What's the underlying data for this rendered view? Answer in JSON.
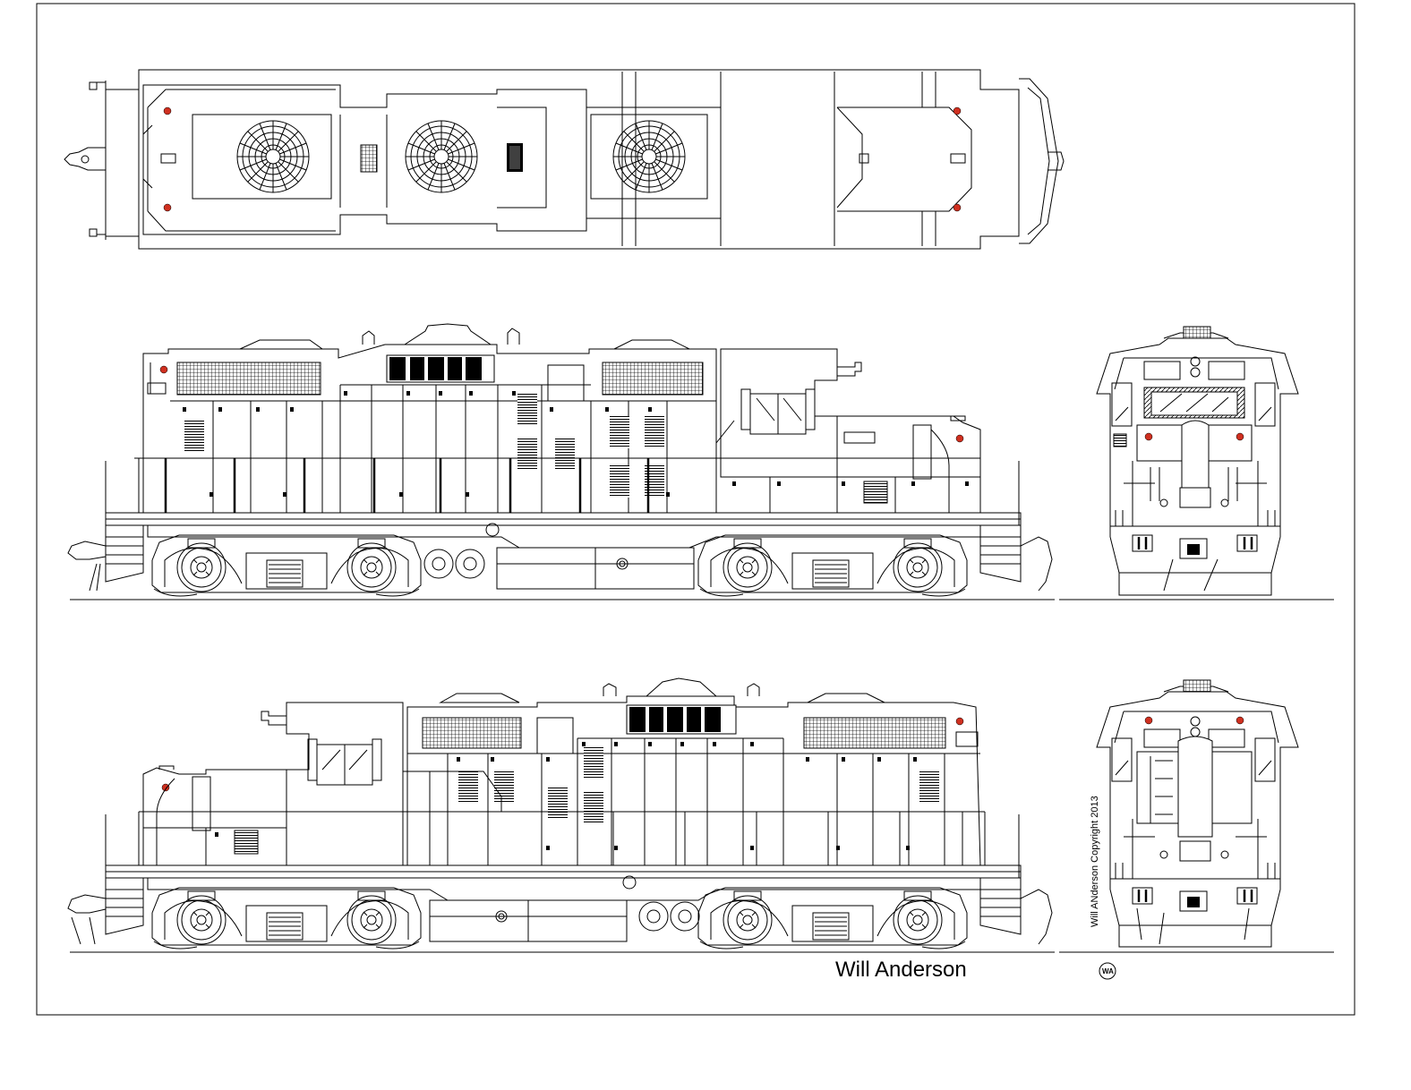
{
  "drawing": {
    "author_signature": "Will Anderson",
    "copyright_vertical": "Will ANderson Copyright 2013",
    "monogram": "WA"
  },
  "views": [
    {
      "id": "top-view"
    },
    {
      "id": "left-side-view"
    },
    {
      "id": "front-end-view"
    },
    {
      "id": "right-side-view"
    },
    {
      "id": "rear-end-view"
    }
  ],
  "colors": {
    "line": "#000000",
    "background": "#ffffff",
    "marker_lights": "#d03020"
  }
}
